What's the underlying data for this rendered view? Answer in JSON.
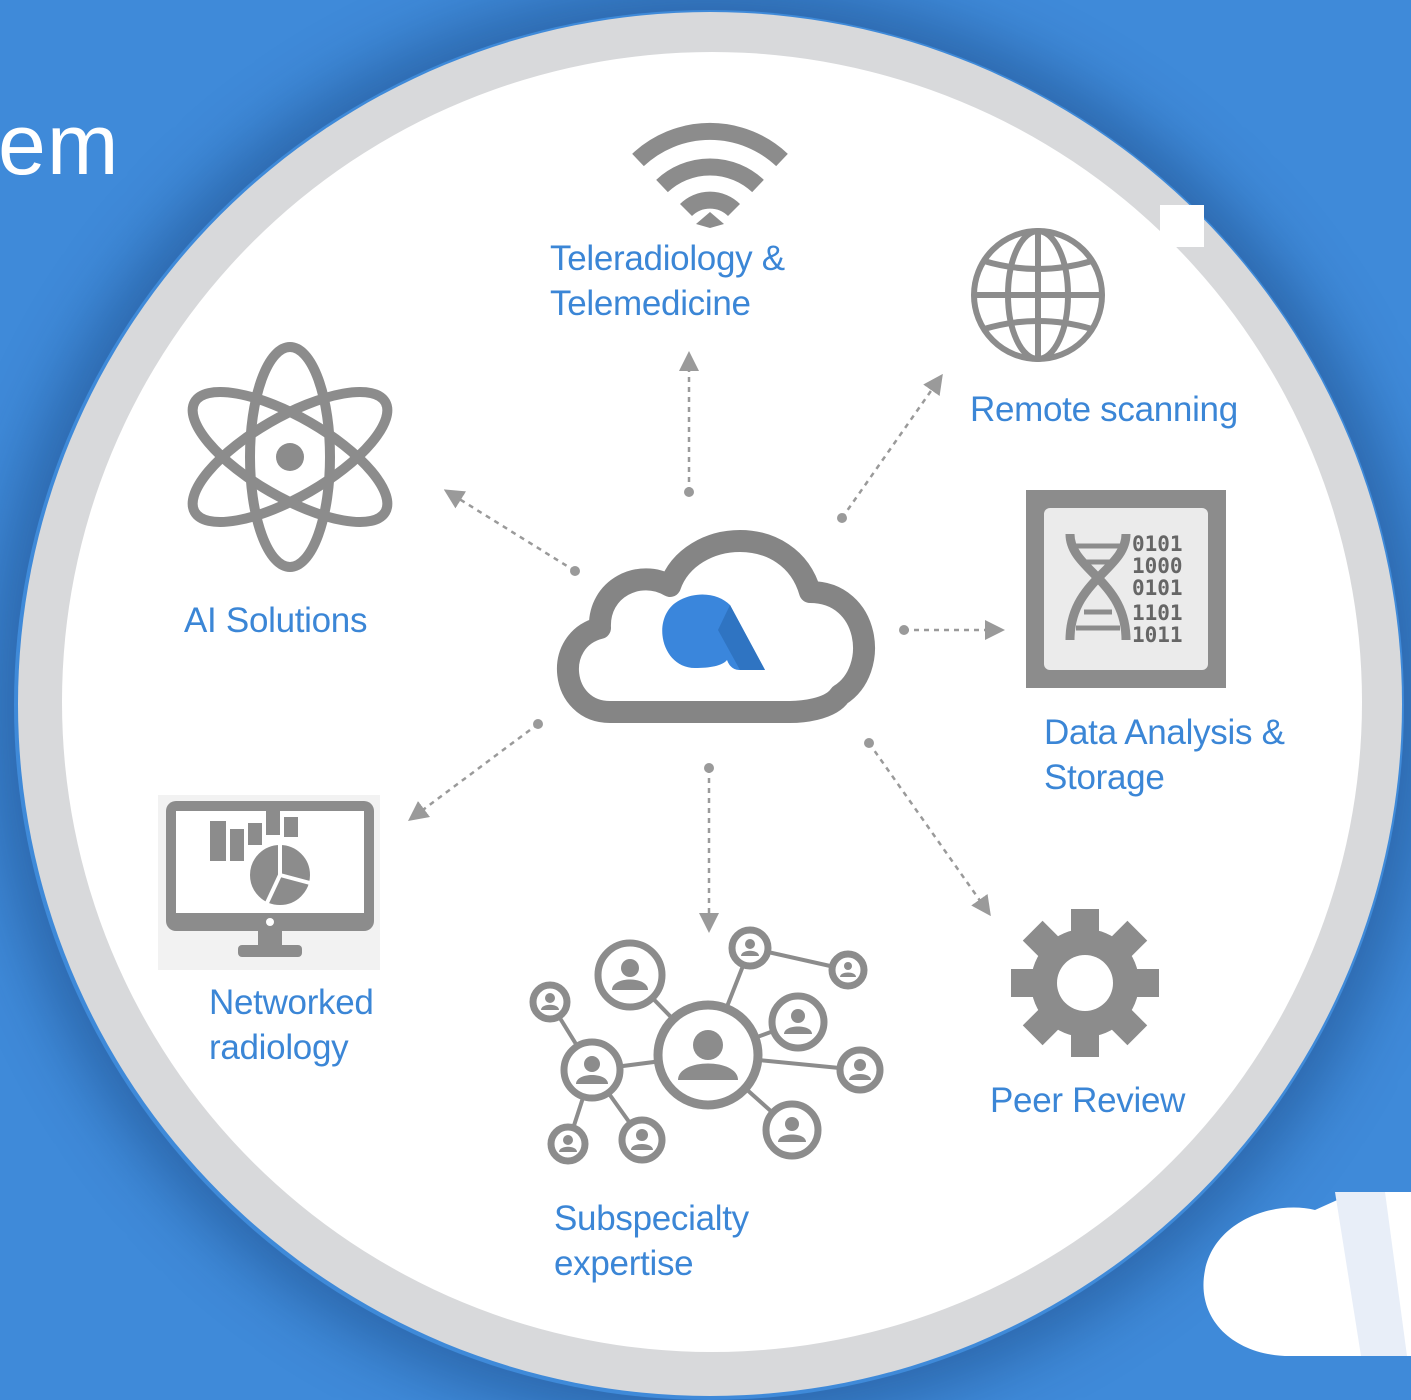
{
  "slide": {
    "title_fragment": "em"
  },
  "hub": {
    "icon": "cloud-logo-icon"
  },
  "nodes": [
    {
      "id": "teleradiology",
      "icon": "wifi-icon",
      "line1": "Teleradiology &",
      "line2": "Telemedicine"
    },
    {
      "id": "remote-scanning",
      "icon": "globe-icon",
      "line1": "Remote scanning"
    },
    {
      "id": "data-analysis",
      "icon": "dna-binary-icon",
      "line1": "Data Analysis &",
      "line2": "Storage",
      "icon_text": [
        "0101",
        "1000",
        "0101",
        "1101",
        "1011"
      ]
    },
    {
      "id": "peer-review",
      "icon": "gear-icon",
      "line1": "Peer Review"
    },
    {
      "id": "subspecialty",
      "icon": "people-network-icon",
      "line1": "Subspecialty",
      "line2": "expertise"
    },
    {
      "id": "networked-radiology",
      "icon": "monitor-chart-icon",
      "line1": "Networked",
      "line2": "radiology"
    },
    {
      "id": "ai-solutions",
      "icon": "atom-icon",
      "line1": "AI Solutions"
    }
  ],
  "colors": {
    "background": "#3f8ad9",
    "ring": "#d8d9db",
    "icon_gray": "#8c8c8c",
    "label_blue": "#3b86d6",
    "logo_blue": "#3a86dc"
  }
}
